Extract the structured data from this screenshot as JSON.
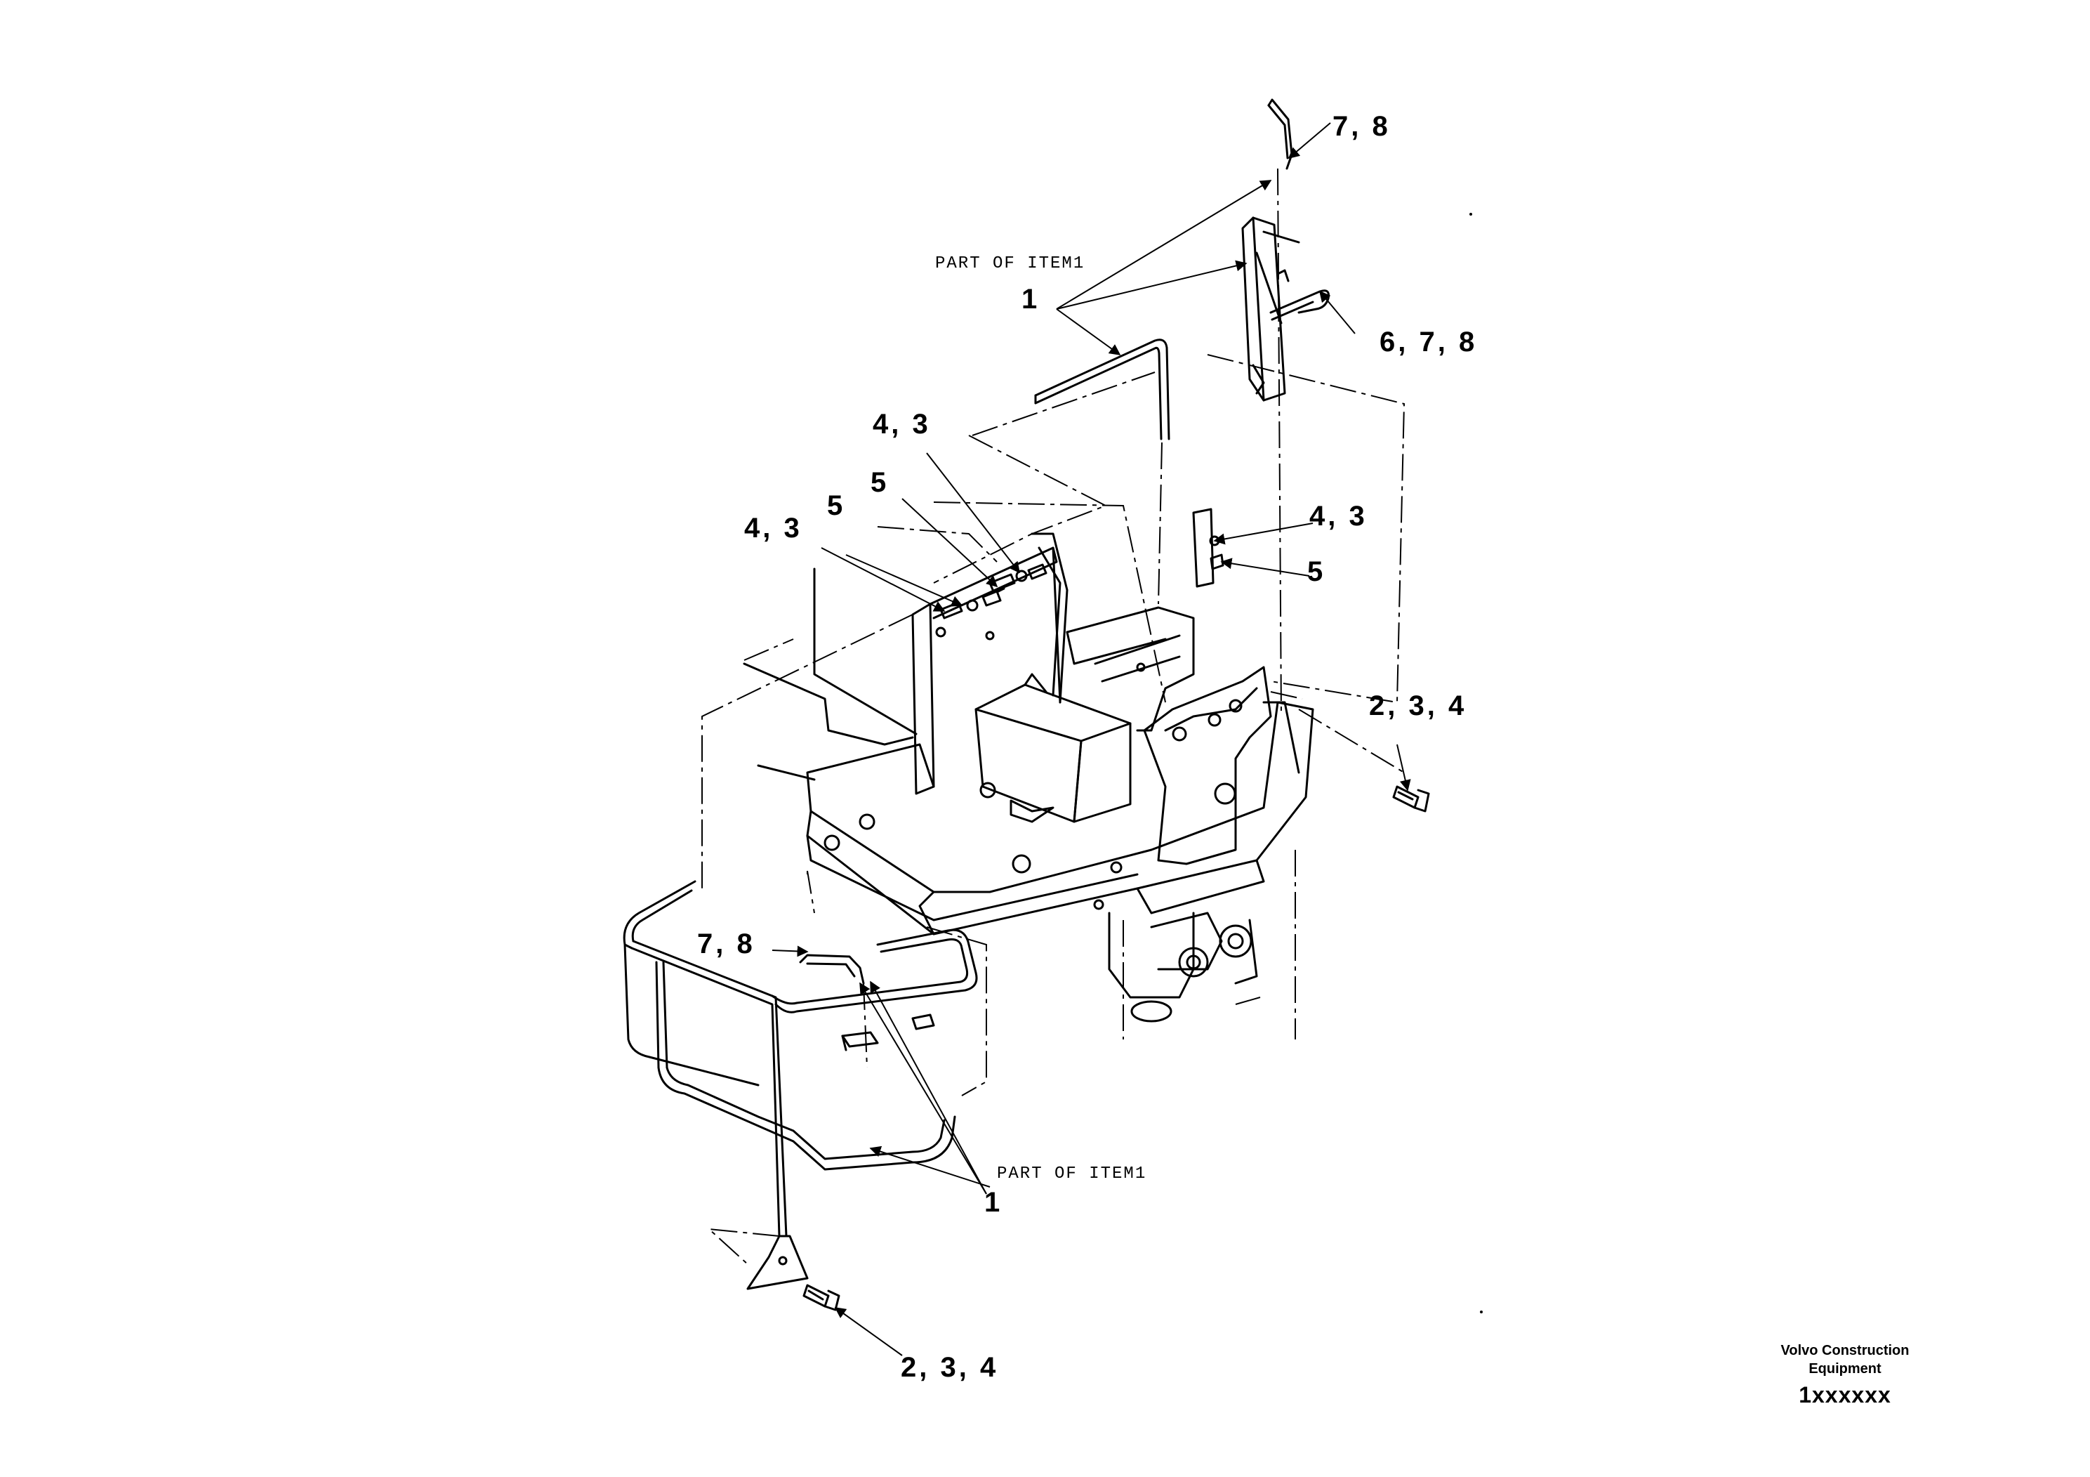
{
  "callouts": {
    "c78_top": "7, 8",
    "c678": "6, 7, 8",
    "c1_top": "1",
    "c43_a": "4, 3",
    "c5_a": "5",
    "c5_b": "5",
    "c43_b": "4, 3",
    "c43_c": "4, 3",
    "c5_c": "5",
    "c234_right": "2, 3, 4",
    "c78_bottom": "7, 8",
    "c1_bottom": "1",
    "c234_bottom": "2, 3, 4"
  },
  "notes": {
    "part_of_item_top": "PART OF ITEM1",
    "part_of_item_bottom": "PART OF ITEM1"
  },
  "title_block": {
    "company_line1": "Volvo Construction",
    "company_line2": "Equipment",
    "drawing_number": "1xxxxxx"
  }
}
